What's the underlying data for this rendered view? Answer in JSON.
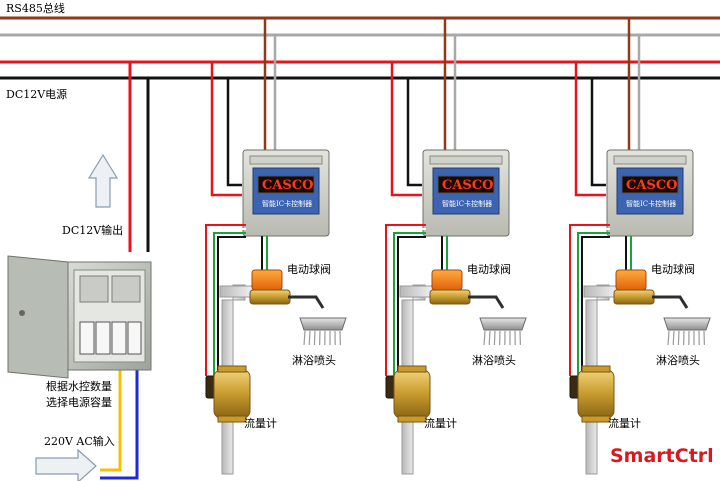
{
  "labels": {
    "bus": "RS485总线",
    "power": "DC12V电源",
    "dc_out": "DC12V输出",
    "capacity_line1": "根据水控数量",
    "capacity_line2": "选择电源容量",
    "ac_in": "220V AC输入",
    "valve": "电动球阀",
    "shower": "淋浴喷头",
    "flow_meter": "流量计",
    "brand": "SmartCtrl"
  },
  "controller_display": "CASCO",
  "controller_caption": "智能IC卡控制器",
  "stations": 3,
  "colors": {
    "bus_brown": "#8b3a1a",
    "bus_gray": "#a8a8a8",
    "power_red": "#e8141b",
    "power_black": "#111111",
    "ac_yellow": "#f2c200",
    "ac_blue": "#1c2bd6",
    "signal_green": "#1aa33a",
    "brand": "#d9181f"
  }
}
